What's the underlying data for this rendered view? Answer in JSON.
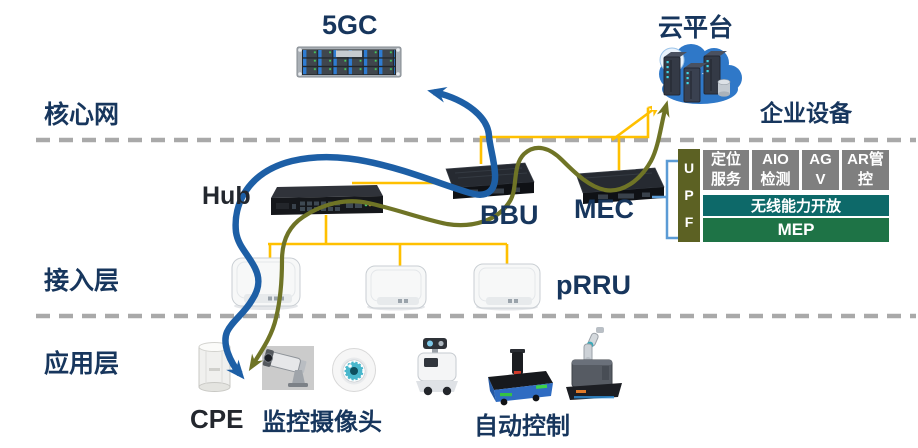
{
  "layers": {
    "core": "核心网",
    "access": "接入层",
    "application": "应用层"
  },
  "nodes": {
    "five_gc": "5GC",
    "cloud_platform": "云平台",
    "enterprise_devices": "企业设备",
    "hub": "Hub",
    "bbu": "BBU",
    "mec": "MEC",
    "prru": "pRRU",
    "cpe": "CPE",
    "surveillance_camera": "监控摄像头",
    "auto_control": "自动控制"
  },
  "mec_panel": {
    "upf": "U\nP\nF",
    "services": [
      "定位\n服务",
      "AIO\n检测",
      "AG\nV",
      "AR管\n控"
    ],
    "wireless_capability": "无线能力开放",
    "mep": "MEP"
  },
  "colors": {
    "label_navy": "#17365d",
    "connector_yellow": "#ffc000",
    "flow_blue": "#1d5fa6",
    "flow_olive": "#6f7426",
    "upf_olive": "#5c6123",
    "service_gray": "#7f7f7f",
    "capability_teal": "#0d6969",
    "mep_green": "#1e7346",
    "layer_dash_gray": "#a9a9a9",
    "bracket_blue": "#5b9bd5"
  }
}
